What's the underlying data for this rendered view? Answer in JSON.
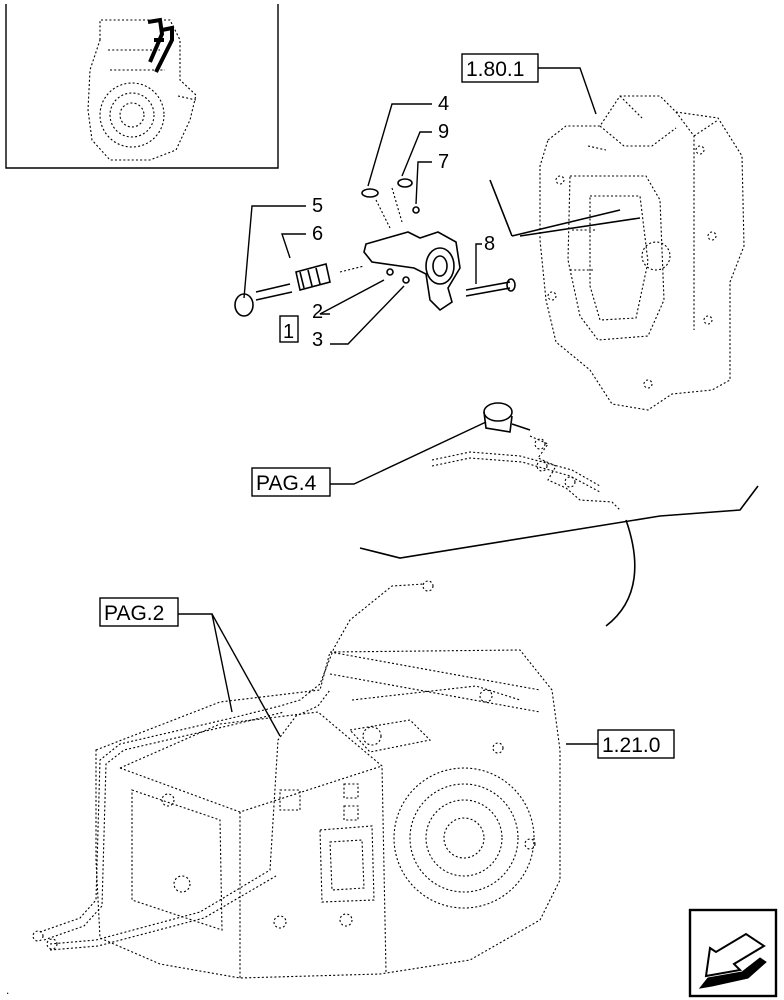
{
  "callouts": {
    "n1": "1",
    "n2": "2",
    "n3": "3",
    "n4": "4",
    "n5": "5",
    "n6": "6",
    "n7": "7",
    "n8": "8",
    "n9": "9"
  },
  "refs": {
    "r1": "1.80.1",
    "r2": "PAG.4",
    "r3": "PAG.2",
    "r4": "1.21.0"
  },
  "icons": {
    "thumbnail": "overview-thumbnail",
    "nav": "next-page-arrow-icon"
  }
}
